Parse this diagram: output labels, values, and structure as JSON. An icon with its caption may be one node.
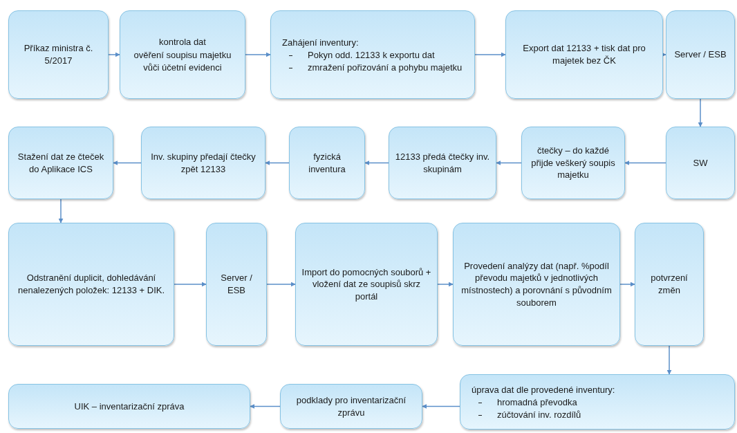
{
  "diagram": {
    "nodes": [
      {
        "text": [
          "Příkaz ministra č. 5/2017"
        ]
      },
      {
        "text": [
          "kontrola dat",
          "ověření soupisu majetku vůči účetní evidenci"
        ]
      },
      {
        "text": [
          "Zahájení inventury:",
          "Pokyn odd. 12133 k exportu dat",
          "zmražení pořizování a pohybu majetku"
        ]
      },
      {
        "text": [
          "Export dat 12133 + tisk dat pro majetek bez ČK"
        ]
      },
      {
        "text": [
          "Server / ESB"
        ]
      },
      {
        "text": [
          "SW"
        ]
      },
      {
        "text": [
          "čtečky – do každé přijde veškerý soupis majetku"
        ]
      },
      {
        "text": [
          "12133 předá čtečky inv. skupinám"
        ]
      },
      {
        "text": [
          "fyzická inventura"
        ]
      },
      {
        "text": [
          "Inv. skupiny předají čtečky zpět 12133"
        ]
      },
      {
        "text": [
          "Stažení dat ze čteček do Aplikace ICS"
        ]
      },
      {
        "text": [
          "Odstranění duplicit, dohledávání nenalezených položek: 12133 + DIK."
        ]
      },
      {
        "text": [
          "Server / ESB"
        ]
      },
      {
        "text": [
          "Import do pomocných souborů + vložení dat ze soupisů skrz portál"
        ]
      },
      {
        "text": [
          "Provedení analýzy dat (např. %podíl převodu majetků v jednotlivých místnostech) a porovnání s původním souborem"
        ]
      },
      {
        "text": [
          "potvrzení změn"
        ]
      },
      {
        "text": [
          "úprava dat dle provedené inventury:",
          "hromadná převodka",
          "zúčtování inv. rozdílů"
        ]
      },
      {
        "text": [
          "podklady pro inventarizační zprávu"
        ]
      },
      {
        "text": [
          "UIK – inventarizační zpráva"
        ]
      }
    ],
    "edges": [
      {
        "from": 0,
        "to": 1,
        "arrow": "to"
      },
      {
        "from": 1,
        "to": 2,
        "arrow": "to"
      },
      {
        "from": 2,
        "to": 3,
        "arrow": "to"
      },
      {
        "from": 3,
        "to": 4,
        "arrow": "to"
      },
      {
        "from": 4,
        "to": 5,
        "arrow": "to"
      },
      {
        "from": 5,
        "to": 6,
        "arrow": "to"
      },
      {
        "from": 6,
        "to": 7,
        "arrow": "to"
      },
      {
        "from": 7,
        "to": 8,
        "arrow": "to"
      },
      {
        "from": 8,
        "to": 9,
        "arrow": "to"
      },
      {
        "from": 9,
        "to": 10,
        "arrow": "to"
      },
      {
        "from": 10,
        "to": 11,
        "arrow": "to"
      },
      {
        "from": 11,
        "to": 12,
        "arrow": "to"
      },
      {
        "from": 12,
        "to": 13,
        "arrow": "to"
      },
      {
        "from": 13,
        "to": 14,
        "arrow": "to"
      },
      {
        "from": 14,
        "to": 15,
        "arrow": "to"
      },
      {
        "from": 15,
        "to": 16,
        "arrow": "to"
      },
      {
        "from": 16,
        "to": 17,
        "arrow": "to"
      },
      {
        "from": 17,
        "to": 18,
        "arrow": "to"
      }
    ]
  }
}
